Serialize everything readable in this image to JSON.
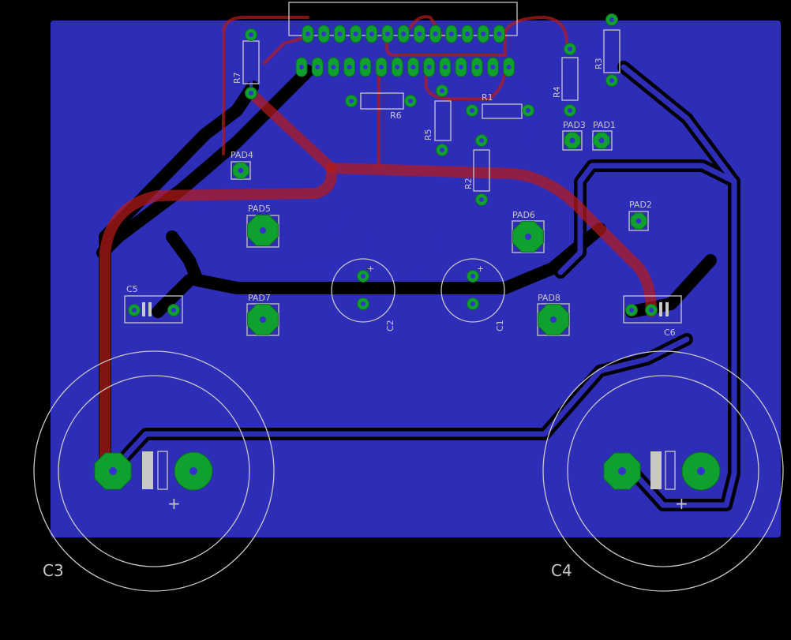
{
  "labels": {
    "r1": "R1",
    "r2": "R2",
    "r3": "R3",
    "r4": "R4",
    "r5": "R5",
    "r6": "R6",
    "r7": "R7",
    "c1": "C1",
    "c2": "C2",
    "c3": "C3",
    "c4": "C4",
    "c5": "C5",
    "c6": "C6",
    "pad1": "PAD1",
    "pad2": "PAD2",
    "pad3": "PAD3",
    "pad4": "PAD4",
    "pad5": "PAD5",
    "pad6": "PAD6",
    "pad7": "PAD7",
    "pad8": "PAD8",
    "plus": "+"
  },
  "colors": {
    "background": "#000000",
    "copper_bottom": "#2d2db8",
    "copper_top": "#b51a1a",
    "pads": "#10a030",
    "silkscreen": "#c8c8c8"
  }
}
